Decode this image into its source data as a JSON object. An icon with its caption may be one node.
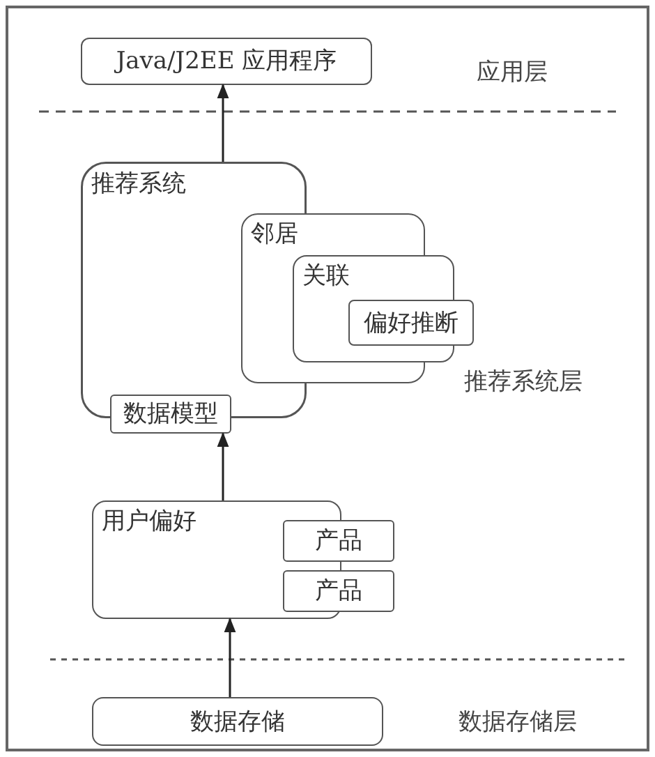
{
  "diagram": {
    "nodes": [
      {
        "text": [
          "Java/J2EE 应用程序"
        ]
      },
      {
        "text": [
          "推荐系统"
        ]
      },
      {
        "text": [
          "邻居"
        ]
      },
      {
        "text": [
          "关联"
        ]
      },
      {
        "text": [
          "偏好推断"
        ]
      },
      {
        "text": [
          "数据模型"
        ]
      },
      {
        "text": [
          "用户偏好"
        ]
      },
      {
        "text": [
          "产品"
        ]
      },
      {
        "text": [
          "产品"
        ]
      },
      {
        "text": [
          "数据存储"
        ]
      }
    ],
    "edges": [
      {
        "from": 1,
        "to": 0,
        "arrow": "to"
      },
      {
        "from": 6,
        "to": 5,
        "arrow": "to"
      },
      {
        "from": 9,
        "to": 6,
        "arrow": "to"
      }
    ],
    "labels": [
      "应用层",
      "推荐系统层",
      "数据存储层"
    ]
  }
}
